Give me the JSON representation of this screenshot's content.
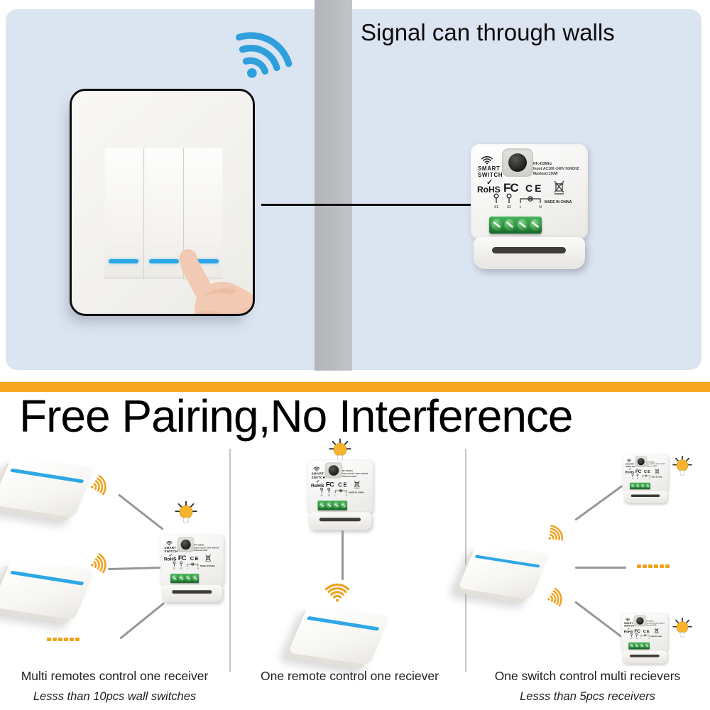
{
  "top_section": {
    "headline": "Signal can through walls"
  },
  "receiver": {
    "brand_line1": "SMART",
    "brand_line2": "SWITCH",
    "spec_line1": "RF:433Mhz",
    "spec_line2": "Input:AC100~240V 50/60HZ",
    "spec_line3": "Maxload:150W",
    "check": "✓",
    "rohs": "RoHS",
    "fcc": "FC",
    "ce": "CE",
    "made_in": "MADE IN CHINA",
    "terminals": [
      "S1",
      "S2",
      "L",
      "N"
    ]
  },
  "bottom_section": {
    "title": "Free Pairing,No Interference",
    "columns": [
      {
        "caption": "Multi remotes control one receiver",
        "note": "Lesss than 10pcs wall switches"
      },
      {
        "caption": "One remote control one reciever",
        "note": ""
      },
      {
        "caption": "One switch control multi recievers",
        "note": "Lesss than 5pcs receivers"
      }
    ]
  },
  "colors": {
    "panel_blue": "#dbe4f1",
    "wall_gray": "#b9bbc0",
    "divider_orange": "#f6a71f",
    "indicator_blue": "#2aa6e8",
    "wifi_blue": "#2f9fdb",
    "wave_orange": "#efa21f",
    "bulb_orange": "#f6b42e",
    "terminal_green": "#2c8f3e"
  }
}
